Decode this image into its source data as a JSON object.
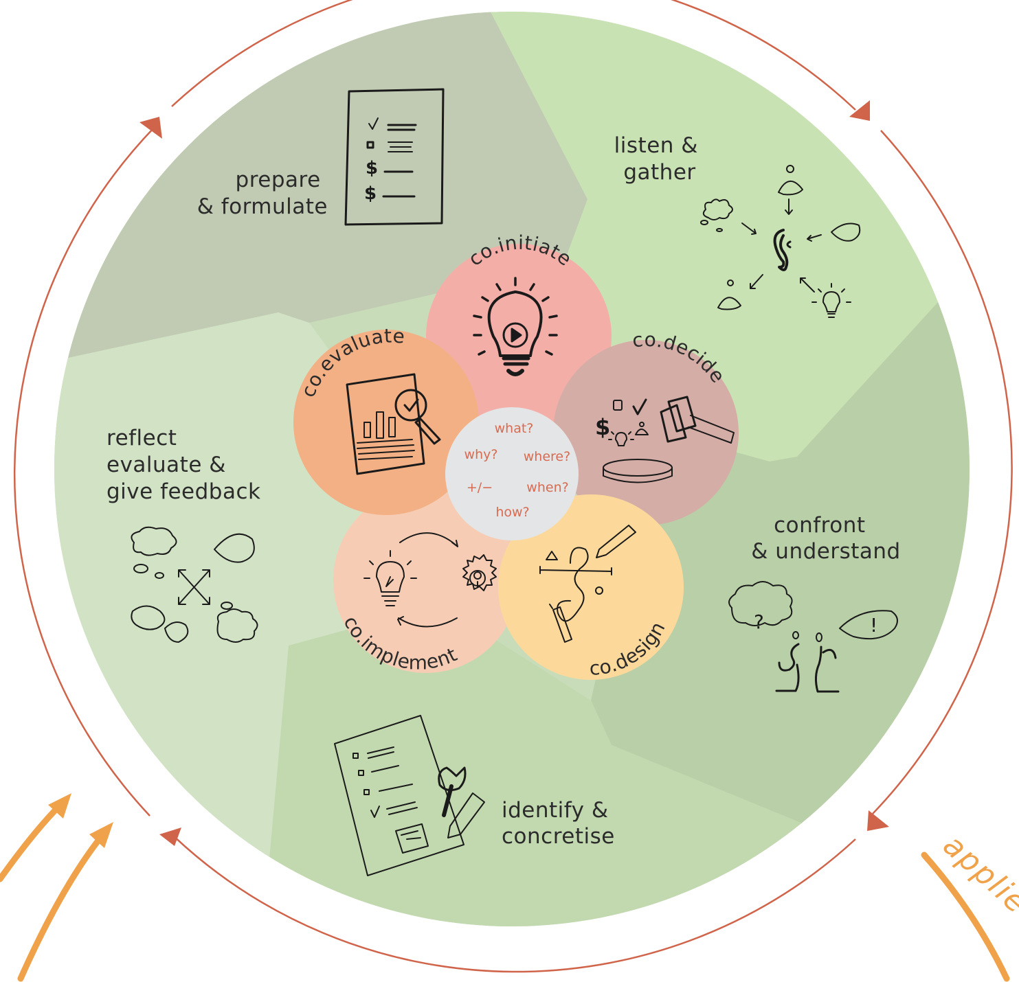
{
  "phases": [
    {
      "id": "prepare",
      "lines": [
        "prepare",
        "& formulate"
      ],
      "color": "#c1cbb3"
    },
    {
      "id": "listen",
      "lines": [
        "listen &",
        "gather"
      ],
      "color": "#c9e2b4"
    },
    {
      "id": "confront",
      "lines": [
        "confront",
        "& understand"
      ],
      "color": "#b9cfa8"
    },
    {
      "id": "identify",
      "lines": [
        "identify &",
        "concretise"
      ],
      "color": "#c2d9b0"
    },
    {
      "id": "reflect",
      "lines": [
        "reflect",
        "evaluate &",
        "give feedback"
      ],
      "color": "#d2e2c5"
    }
  ],
  "stages": [
    {
      "id": "initiate",
      "label": "co.initiate",
      "color": "#f4aea8"
    },
    {
      "id": "decide",
      "label": "co.decide",
      "color": "#d4ada6"
    },
    {
      "id": "design",
      "label": "co.design",
      "color": "#fcd99b"
    },
    {
      "id": "implement",
      "label": "co.implement",
      "color": "#f6cdb4"
    },
    {
      "id": "evaluate",
      "label": "co.evaluate",
      "color": "#f3b085"
    }
  ],
  "questions": [
    "what?",
    "why?",
    "where?",
    "+/−",
    "when?",
    "how?"
  ],
  "applied_text": "applied o",
  "colors": {
    "ring": "#d0644a",
    "orange": "#f0a24a",
    "center": "#e4e5e6"
  },
  "icons": [
    "checklist-icon",
    "ear-icon",
    "dialogue-icon",
    "tools-checklist-icon",
    "feedback-bubbles-icon",
    "lightbulb-play-icon",
    "gavel-icon",
    "design-pen-icon",
    "cycle-gear-icon",
    "report-magnifier-icon"
  ]
}
